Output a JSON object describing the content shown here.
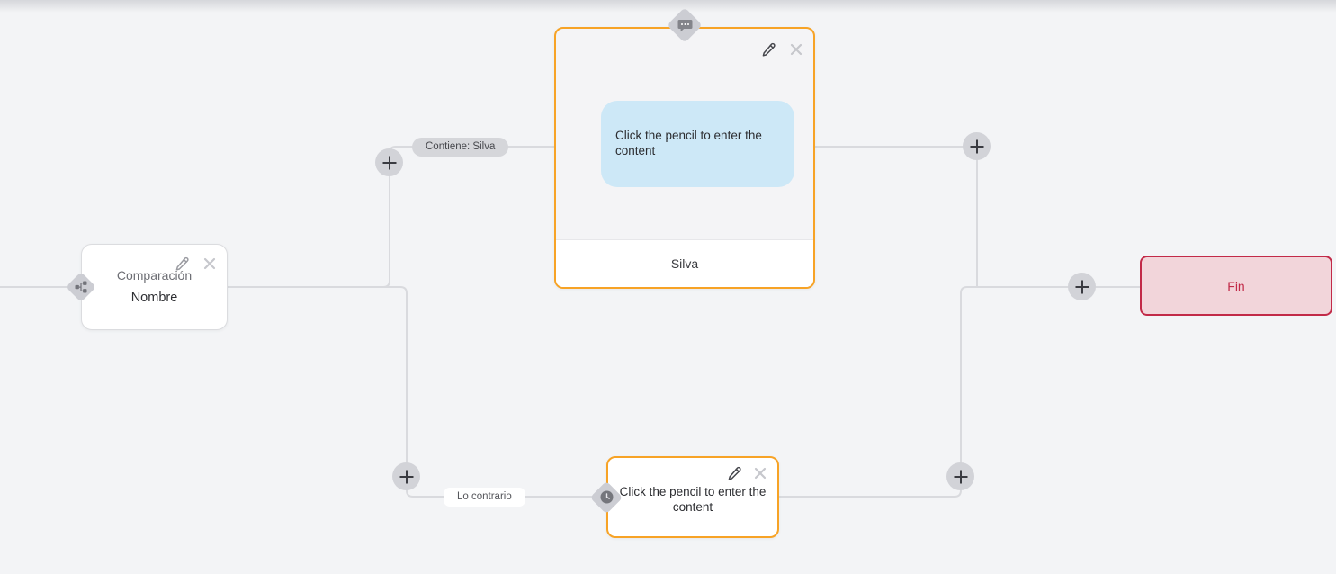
{
  "canvas": {
    "background_color": "#f3f4f6",
    "wire_color": "#d9dade",
    "accent_orange": "#f7a326",
    "end_red": "#c22a48",
    "end_fill": "#f2d5da",
    "bubble_blue": "#cde8f7"
  },
  "nodes": {
    "condition": {
      "title": "Comparación",
      "subtitle": "Nombre",
      "type_icon": "sitemap-icon"
    },
    "message": {
      "bubble_text": "Click the pencil to enter the content",
      "footer_label": "Silva",
      "type_icon": "message-icon"
    },
    "delay": {
      "text": "Click the pencil to enter the content",
      "type_icon": "clock-icon"
    },
    "end": {
      "label": "Fin"
    }
  },
  "edges": {
    "branch_contains_label": "Contiene: Silva",
    "branch_otherwise_label": "Lo contrario"
  },
  "icons": {
    "edit": "pencil",
    "close": "✕",
    "add": "+"
  }
}
